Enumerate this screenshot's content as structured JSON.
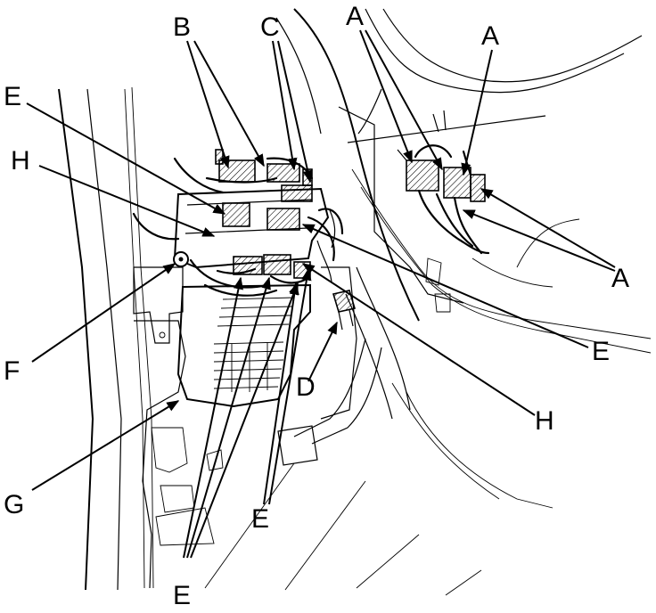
{
  "labels": {
    "a_top_left": "A",
    "a_top_right": "A",
    "a_right": "A",
    "b": "B",
    "c": "C",
    "d": "D",
    "e_upper_left": "E",
    "e_right": "E",
    "e_lower_mid": "E",
    "e_bottom": "E",
    "f": "F",
    "g": "G",
    "h_left": "H",
    "h_right": "H"
  }
}
